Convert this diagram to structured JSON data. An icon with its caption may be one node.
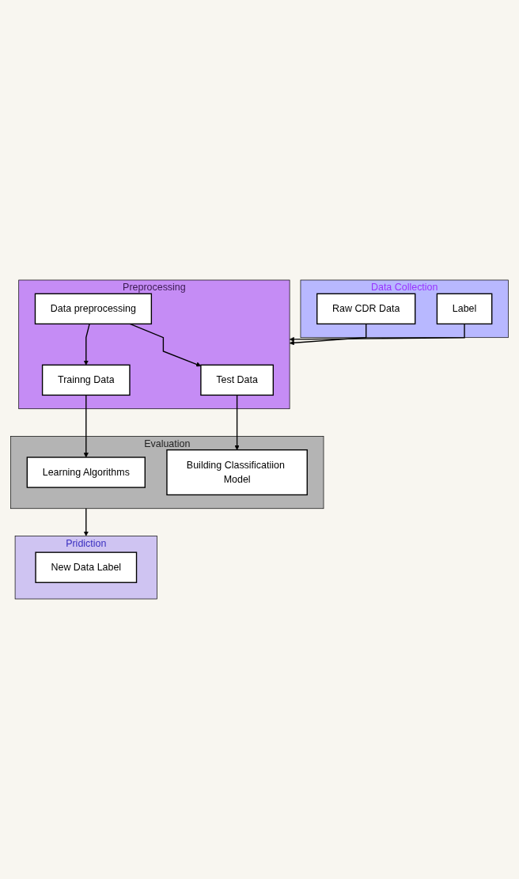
{
  "diagram": {
    "nodes": [
      {
        "text": [
          "Data Collection"
        ]
      },
      {
        "text": [
          "Raw CDR Data"
        ],
        "in": 0
      },
      {
        "text": [
          "Label"
        ],
        "in": 0
      },
      {
        "text": [
          "Preprocessing"
        ]
      },
      {
        "text": [
          "Test Data"
        ],
        "in": 3
      },
      {
        "text": [
          "Data preprocessing"
        ],
        "in": 3
      },
      {
        "text": [
          "Trainng Data"
        ],
        "in": 3
      },
      {
        "text": [
          "Evaluation"
        ]
      },
      {
        "text": [
          "Learning Algorithms"
        ],
        "in": 7
      },
      {
        "text": [
          "Building Classificatiion Model"
        ],
        "in": 7
      },
      {
        "text": [
          "Pridiction"
        ]
      },
      {
        "text": [
          "New Data Label"
        ],
        "in": 10
      }
    ],
    "edges": [
      {
        "from": 1,
        "to": 3,
        "arrow": "to"
      },
      {
        "from": 2,
        "to": 3,
        "arrow": "to"
      },
      {
        "from": 5,
        "to": 4,
        "arrow": "to"
      },
      {
        "from": 5,
        "to": 6,
        "arrow": "to"
      },
      {
        "from": 6,
        "to": 8,
        "arrow": "to"
      },
      {
        "from": 4,
        "to": 9,
        "arrow": "to"
      },
      {
        "from": 7,
        "to": 10,
        "arrow": "to"
      }
    ]
  }
}
